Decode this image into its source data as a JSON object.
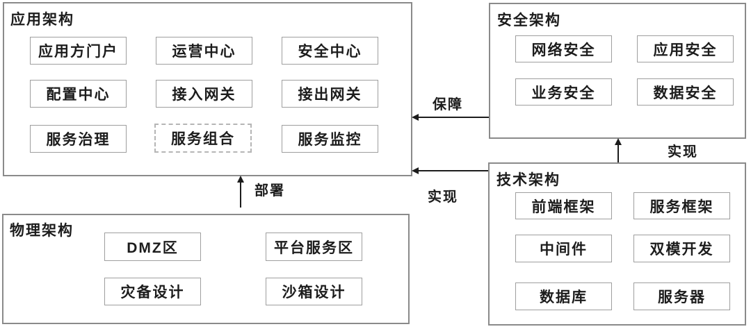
{
  "diagram": {
    "groups": [
      {
        "title": "应用架构",
        "items": [
          {
            "label": "应用方门户"
          },
          {
            "label": "运营中心"
          },
          {
            "label": "安全中心"
          },
          {
            "label": "配置中心"
          },
          {
            "label": "接入网关"
          },
          {
            "label": "接出网关"
          },
          {
            "label": "服务治理"
          },
          {
            "label": "服务组合",
            "style": "dashed"
          },
          {
            "label": "服务监控"
          }
        ]
      },
      {
        "title": "安全架构",
        "items": [
          {
            "label": "网络安全"
          },
          {
            "label": "应用安全"
          },
          {
            "label": "业务安全"
          },
          {
            "label": "数据安全"
          }
        ]
      },
      {
        "title": "技术架构",
        "items": [
          {
            "label": "前端框架"
          },
          {
            "label": "服务框架"
          },
          {
            "label": "中间件"
          },
          {
            "label": "双模开发"
          },
          {
            "label": "数据库"
          },
          {
            "label": "服务器"
          }
        ]
      },
      {
        "title": "物理架构",
        "items": [
          {
            "label": "DMZ区"
          },
          {
            "label": "平台服务区"
          },
          {
            "label": "灾备设计"
          },
          {
            "label": "沙箱设计"
          }
        ]
      }
    ],
    "arrows": [
      {
        "label": "保障",
        "from": "安全架构",
        "to": "应用架构"
      },
      {
        "label": "实现",
        "from": "技术架构",
        "to": "应用架构"
      },
      {
        "label": "实现",
        "from": "技术架构",
        "to": "安全架构"
      },
      {
        "label": "部署",
        "from": "物理架构",
        "to": "应用架构"
      }
    ],
    "colors": {
      "background": "#ffffff",
      "group_border": "#8a8a8a",
      "node_border": "#9e9e9e",
      "dashed_node_border": "#b5b5b5",
      "text": "#1c1c1c",
      "arrow": "#1c1c1c"
    }
  }
}
